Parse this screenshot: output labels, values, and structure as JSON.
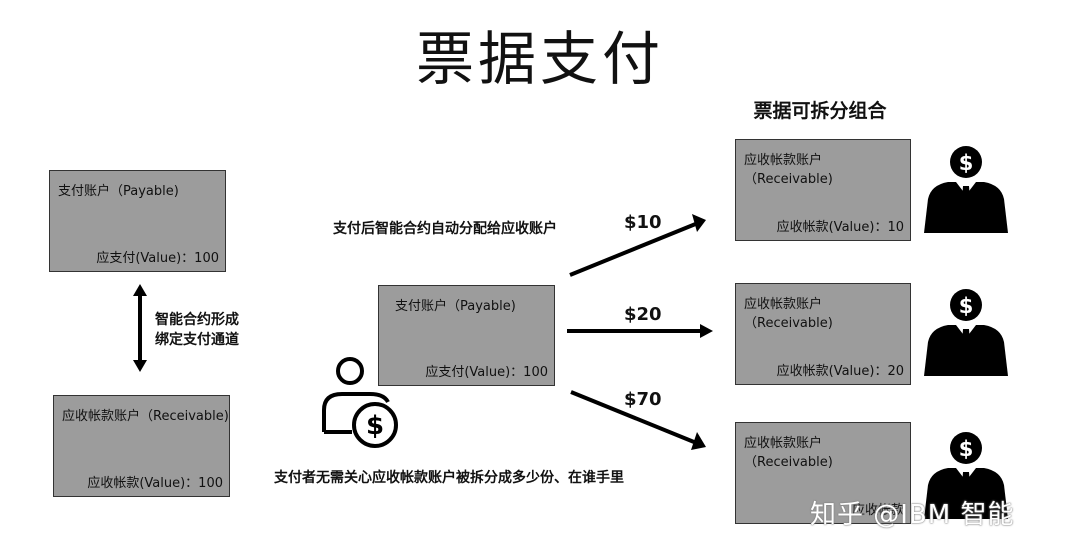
{
  "title": "票据支付",
  "split_header": "票据可拆分组合",
  "left": {
    "payable": {
      "name": "支付账户（Payable)",
      "value": "应支付(Value)：100"
    },
    "binding_note_line1": "智能合约形成",
    "binding_note_line2": "绑定支付通道",
    "receivable": {
      "name": "应收帐款账户（Receivable)",
      "value": "应收帐款(Value)：100"
    }
  },
  "center": {
    "auto_distribute_note": "支付后智能合约自动分配给应收账户",
    "payable": {
      "name": "支付账户（Payable)",
      "value": "应支付(Value)：100"
    },
    "payer_note": "支付者无需关心应收帐款账户被拆分成多少份、在谁手里"
  },
  "arrows": [
    {
      "label": "$10"
    },
    {
      "label": "$20"
    },
    {
      "label": "$70"
    }
  ],
  "right": [
    {
      "name": "应收帐款账户（Receivable)",
      "value": "应收帐款(Value)：10"
    },
    {
      "name": "应收帐款账户（Receivable)",
      "value": "应收帐款(Value)：20"
    },
    {
      "name": "应收帐款账户（Receivable)",
      "value": "应收帐款"
    }
  ],
  "watermark": "知乎 @IBM 智能",
  "icons": {
    "payer": "payer-with-dollar-icon",
    "receiver": "businessman-dollar-icon"
  }
}
